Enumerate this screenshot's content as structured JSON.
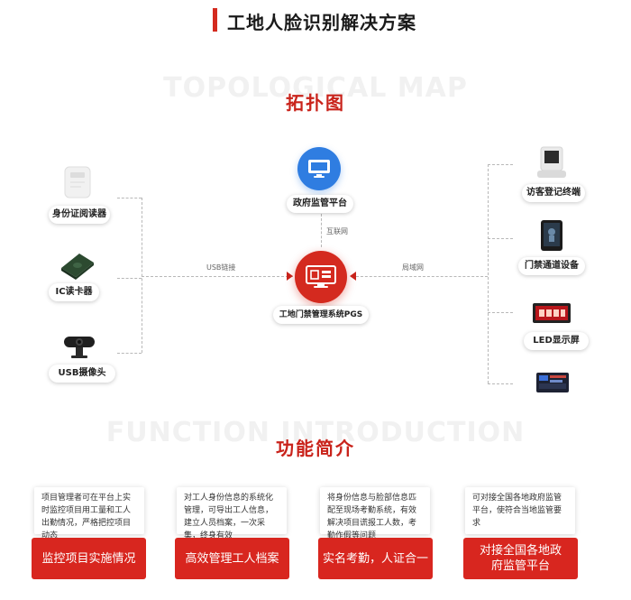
{
  "header": {
    "title": "工地人脸识别解决方案"
  },
  "topology": {
    "watermark": "TOPOLOGICAL MAP",
    "title": "拓扑图",
    "center": {
      "top_node": "政府监管平台",
      "main_node": "工地门禁管理系统PGS",
      "link_internet": "互联网",
      "link_usb": "USB链接",
      "link_lan": "局域网"
    },
    "left_devices": [
      {
        "label": "身份证阅读器",
        "icon": "id-card-reader-icon"
      },
      {
        "label": "IC读卡器",
        "icon": "ic-card-reader-icon"
      },
      {
        "label": "USB摄像头",
        "icon": "usb-camera-icon"
      }
    ],
    "right_devices": [
      {
        "label": "访客登记终端",
        "icon": "visitor-terminal-icon"
      },
      {
        "label": "门禁通道设备",
        "icon": "access-gate-icon"
      },
      {
        "label": "LED显示屏",
        "icon": "led-display-icon"
      }
    ]
  },
  "functions": {
    "watermark": "FUNCTION INTRODUCTION",
    "title": "功能简介",
    "cards": [
      {
        "text": "项目管理者可在平台上实时监控项目用工量和工人出勤情况，严格把控项目动态",
        "button": "监控项目实施情况"
      },
      {
        "text": "对工人身份信息的系统化管理，可导出工人信息，建立人员档案，一次采集，终身有效",
        "button": "高效管理工人档案"
      },
      {
        "text": "将身份信息与脸部信息匹配至现场考勤系统，有效解决项目谎报工人数，考勤作假等问题",
        "button": "实名考勤，人证合一"
      },
      {
        "text": "可对接全国各地政府监管平台，使符合当地监管要求",
        "button": "对接全国各地政府监管平台"
      }
    ]
  },
  "colors": {
    "accent": "#d42a1f",
    "blue": "#2f7de1"
  }
}
